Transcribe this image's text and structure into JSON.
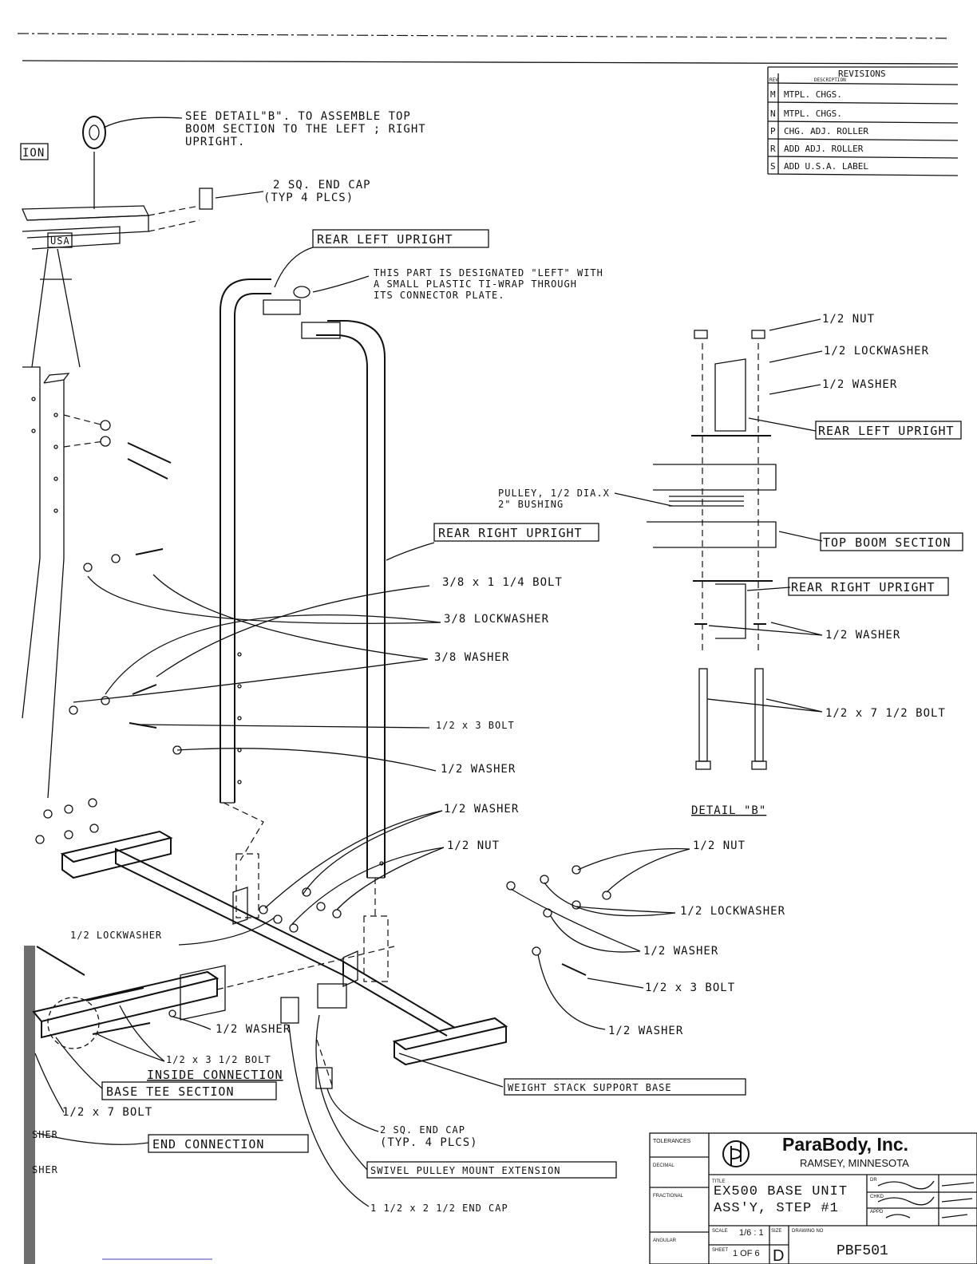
{
  "revisions": {
    "header": "REVISIONS",
    "col_rev": "REV",
    "col_desc": "DESCRIPTION",
    "rows": [
      {
        "rev": "M",
        "desc": "MTPL. CHGS."
      },
      {
        "rev": "N",
        "desc": "MTPL. CHGS."
      },
      {
        "rev": "P",
        "desc": "CHG. ADJ. ROLLER"
      },
      {
        "rev": "R",
        "desc": "ADD ADJ. ROLLER"
      },
      {
        "rev": "S",
        "desc": "ADD U.S.A. LABEL"
      }
    ]
  },
  "fragments": {
    "ion_top": "ION",
    "usa_label": "USA",
    "sher_1": "SHER",
    "sher_2": "SHER"
  },
  "callouts": {
    "see_detail_1": "SEE DETAIL\"B\". TO ASSEMBLE TOP",
    "see_detail_2": "BOOM SECTION TO THE LEFT ; RIGHT",
    "see_detail_3": "UPRIGHT.",
    "end_cap_top_1": "2 SQ. END CAP",
    "end_cap_top_2": "(TYP 4 PLCS)",
    "rear_left_upright": "REAR LEFT UPRIGHT",
    "designated_1": "THIS PART IS DESIGNATED \"LEFT\" WITH",
    "designated_2": "A SMALL PLASTIC TI-WRAP THROUGH",
    "designated_3": "ITS CONNECTOR PLATE.",
    "pulley_1": "PULLEY, 1/2 DIA.X",
    "pulley_2": "2\" BUSHING",
    "rear_right_upright": "REAR RIGHT UPRIGHT",
    "bolt_38_114": "3/8 x 1 1/4 BOLT",
    "lockwasher_38": "3/8 LOCKWASHER",
    "washer_38": "3/8 WASHER",
    "bolt_12_3": "1/2 x 3 BOLT",
    "washer_12_a": "1/2 WASHER",
    "washer_12_b": "1/2 WASHER",
    "nut_12_a": "1/2 NUT",
    "lockwasher_12_left": "1/2 LOCKWASHER",
    "washer_12_c": "1/2 WASHER",
    "bolt_12_312": "1/2 x 3 1/2 BOLT",
    "inside_connection": "INSIDE CONNECTION",
    "base_tee_section": "BASE TEE SECTION",
    "bolt_12_7": "1/2 x 7 BOLT",
    "end_connection": "END CONNECTION",
    "end_cap_bottom_1": "2 SQ. END CAP",
    "end_cap_bottom_2": "(TYP. 4 PLCS)",
    "swivel_pulley": "SWIVEL PULLEY MOUNT EXTENSION",
    "end_cap_112": "1 1/2 x 2 1/2 END CAP",
    "weight_stack": "WEIGHT STACK SUPPORT BASE",
    "nut_12_b": "1/2 NUT",
    "lockwasher_12_right": "1/2 LOCKWASHER",
    "washer_12_d": "1/2 WASHER",
    "bolt_12_3_b": "1/2 x 3 BOLT",
    "washer_12_e": "1/2 WASHER"
  },
  "detail_b": {
    "title": "DETAIL \"B\"",
    "nut": "1/2 NUT",
    "lockwasher": "1/2 LOCKWASHER",
    "washer_top": "1/2 WASHER",
    "rear_left_upright": "REAR LEFT UPRIGHT",
    "top_boom_section": "TOP BOOM SECTION",
    "rear_right_upright": "REAR RIGHT UPRIGHT",
    "washer_bottom": "1/2 WASHER",
    "bolt": "1/2 x 7 1/2 BOLT"
  },
  "title_block": {
    "tolerances": "TOLERANCES",
    "decimal": "DECIMAL",
    "fractional": "FRACTIONAL",
    "angular": "ANGULAR",
    "company": "ParaBody, Inc.",
    "location": "RAMSEY, MINNESOTA",
    "title_label": "TITLE",
    "title_1": "EX500 BASE UNIT",
    "title_2": "ASS'Y, STEP #1",
    "dr_label": "DR",
    "chkd_label": "CHKD",
    "appd_label": "APPD",
    "scale_label": "SCALE",
    "scale": "1/6 : 1",
    "size_label": "SIZE",
    "size": "D",
    "drawing_no_label": "DRAWING NO",
    "drawing_no": "PBF501",
    "sheet_label": "SHEET",
    "sheet": "1 OF 6"
  }
}
